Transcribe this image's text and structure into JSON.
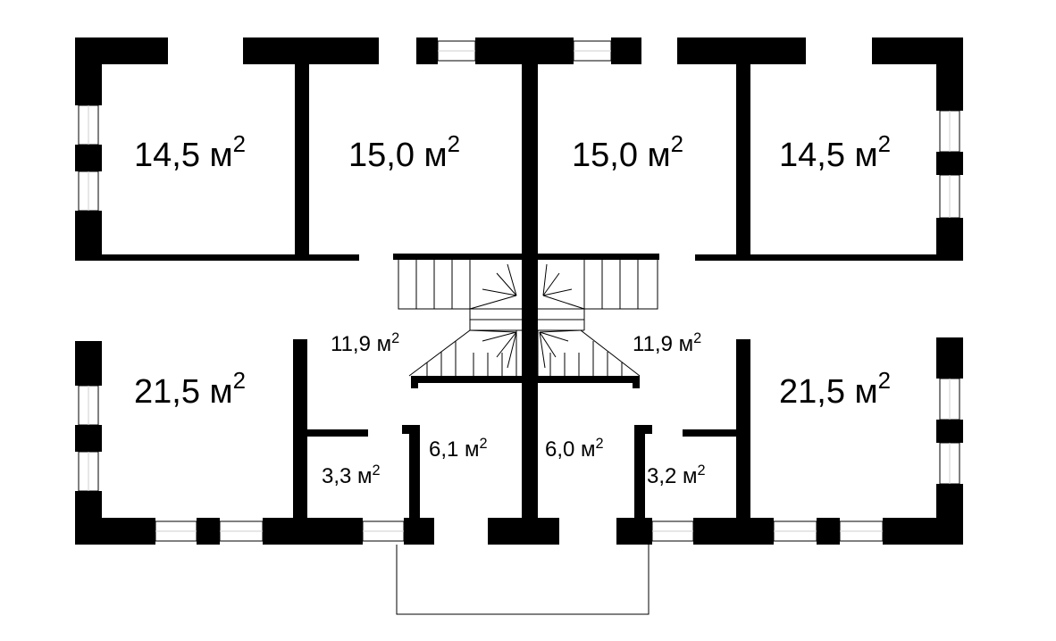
{
  "unit": "м",
  "unit_power": "2",
  "rooms": {
    "r1": "14,5",
    "r2": "15,0",
    "r3": "15,0",
    "r4": "14,5",
    "r5": "21,5",
    "r6": "11,9",
    "r7": "11,9",
    "r8": "21,5",
    "r9": "6,1",
    "r10": "6,0",
    "r11": "3,3",
    "r12": "3,2"
  }
}
